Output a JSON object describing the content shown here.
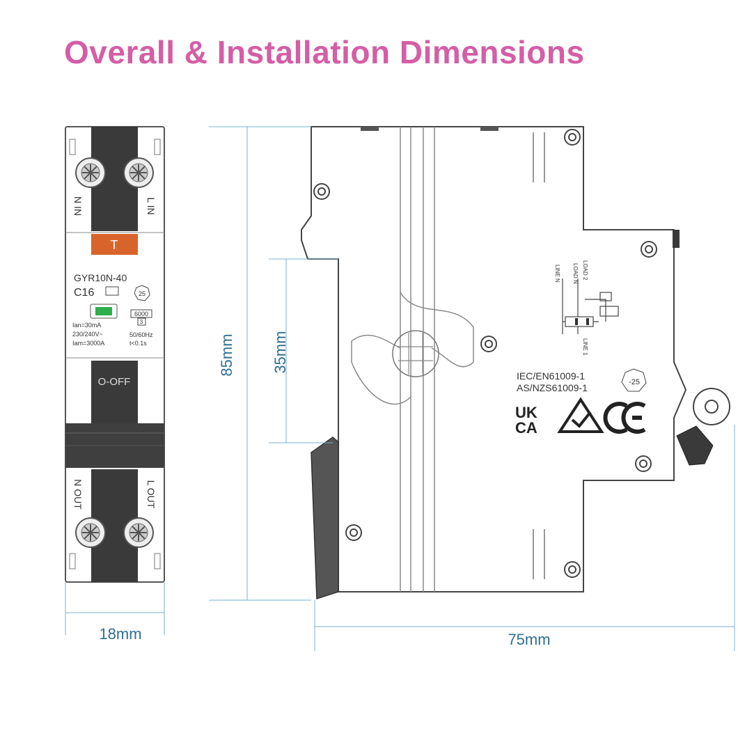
{
  "title": "Overall & Installation Dimensions",
  "colors": {
    "title": "#d45ea6",
    "dimension": "#2e6f95",
    "outline": "#444444",
    "dark": "#3a3a3a",
    "orange": "#d9642b",
    "green": "#2fae4a"
  },
  "front_view": {
    "terminals_top": [
      "N IN",
      "L IN"
    ],
    "terminals_bottom": [
      "N OUT",
      "L OUT"
    ],
    "test_button": "T",
    "model": "GYR10N-40",
    "curve": "C16",
    "rating_icon": "25",
    "breaking_capacity": "6000",
    "class": "3",
    "spec_left": [
      "Ian=30mA",
      "230/240V~",
      "Iam=3000A"
    ],
    "spec_right": [
      "50/60Hz",
      "t<0.1s"
    ],
    "toggle_label": "O-OFF"
  },
  "side_view": {
    "standards": [
      "IEC/EN61009-1",
      "AS/NZS61009-1"
    ],
    "temp_icon": "-25",
    "marks": [
      "UKCA",
      "RCM",
      "CE"
    ],
    "wiring_labels": [
      "LINE N",
      "LOAD N",
      "LOAD 2",
      "LINE 1"
    ]
  },
  "dimensions": {
    "width": "18mm",
    "height": "85mm",
    "din_height": "35mm",
    "depth": "75mm"
  }
}
